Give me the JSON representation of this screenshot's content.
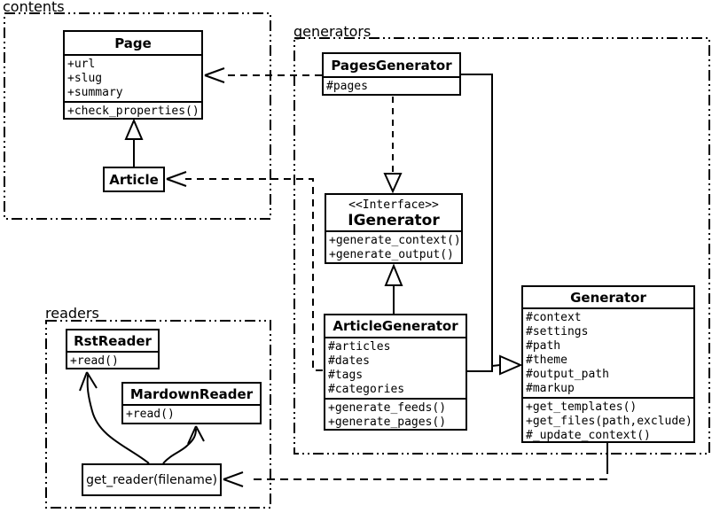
{
  "diagram_title": "UML class diagram",
  "colors": {
    "line": "#000000",
    "background": "#ffffff",
    "box_fill": "#ffffff"
  },
  "packages": {
    "contents": {
      "label": "contents"
    },
    "generators": {
      "label": "generators"
    },
    "readers": {
      "label": "readers"
    }
  },
  "classes": {
    "page": {
      "name": "Page",
      "attrs": [
        "+url",
        "+slug",
        "+summary"
      ],
      "methods": [
        "+check_properties()"
      ]
    },
    "article": {
      "name": "Article"
    },
    "pages_generator": {
      "name": "PagesGenerator",
      "attrs": [
        "#pages"
      ]
    },
    "igenerator": {
      "stereotype": "<<Interface>>",
      "name": "IGenerator",
      "methods": [
        "+generate_context()",
        "+generate_output()"
      ]
    },
    "article_generator": {
      "name": "ArticleGenerator",
      "attrs": [
        "#articles",
        "#dates",
        "#tags",
        "#categories"
      ],
      "methods": [
        "+generate_feeds()",
        "+generate_pages()"
      ]
    },
    "generator": {
      "name": "Generator",
      "attrs": [
        "#context",
        "#settings",
        "#path",
        "#theme",
        "#output_path",
        "#markup"
      ],
      "methods": [
        "+get_templates()",
        "+get_files(path,exclude)",
        "#_update_context()"
      ]
    },
    "rst_reader": {
      "name": "RstReader",
      "methods": [
        "+read()"
      ]
    },
    "markdown_reader": {
      "name": "MardownReader",
      "methods": [
        "+read()"
      ]
    }
  },
  "functions": {
    "get_reader": {
      "label": "get_reader(filename)"
    }
  },
  "relationships": [
    {
      "from": "Article",
      "to": "Page",
      "type": "generalization-solid-hollow-triangle"
    },
    {
      "from": "PagesGenerator",
      "to": "Page",
      "type": "dependency-dashed-open-arrow"
    },
    {
      "from": "ArticleGenerator",
      "to": "Article",
      "type": "dependency-dashed-open-arrow"
    },
    {
      "from": "PagesGenerator",
      "to": "IGenerator",
      "type": "realization-dashed-hollow-triangle"
    },
    {
      "from": "ArticleGenerator",
      "to": "IGenerator",
      "type": "generalization-solid-hollow-triangle"
    },
    {
      "from": "PagesGenerator",
      "to": "Generator",
      "type": "generalization-solid-hollow-triangle"
    },
    {
      "from": "ArticleGenerator",
      "to": "Generator",
      "type": "generalization-solid-hollow-triangle"
    },
    {
      "from": "Generator",
      "to": "get_reader(filename)",
      "type": "dependency-dashed-open-arrow"
    },
    {
      "from": "get_reader(filename)",
      "to": "RstReader",
      "type": "curved-open-arrow"
    },
    {
      "from": "get_reader(filename)",
      "to": "MardownReader",
      "type": "curved-open-arrow"
    }
  ]
}
